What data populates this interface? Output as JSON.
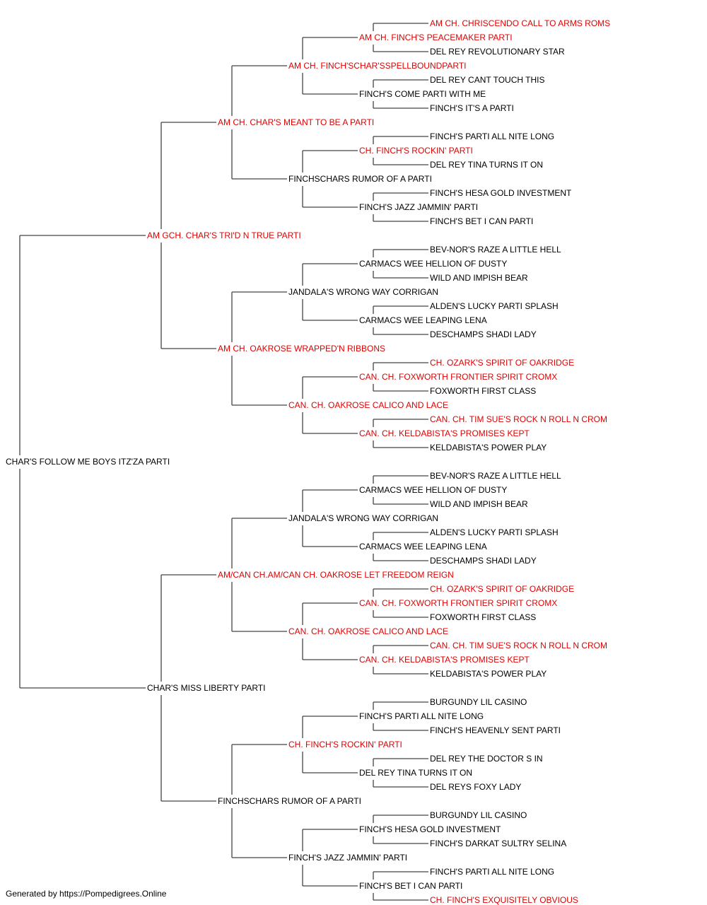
{
  "colors": {
    "titled": "#e00000",
    "normal": "#000000",
    "line": "#444444"
  },
  "tree": {
    "name": "CHAR'S FOLLOW ME BOYS ITZ'ZA PARTI",
    "titled": false,
    "sire": {
      "name": "AM GCH. CHAR'S TRI'D N TRUE PARTI",
      "titled": true,
      "sire": {
        "name": "AM CH. CHAR'S MEANT TO BE A PARTI",
        "titled": true,
        "sire": {
          "name": "AM CH. FINCH'SCHAR'SSPELLBOUNDPARTI",
          "titled": true,
          "sire": {
            "name": "AM CH. FINCH'S PEACEMAKER PARTI",
            "titled": true,
            "sire": {
              "name": "AM CH. CHRISCENDO CALL TO ARMS ROMS",
              "titled": true
            },
            "dam": {
              "name": "DEL REY REVOLUTIONARY STAR",
              "titled": false
            }
          },
          "dam": {
            "name": "FINCH'S COME PARTI WITH ME",
            "titled": false,
            "sire": {
              "name": "DEL REY CANT TOUCH THIS",
              "titled": false
            },
            "dam": {
              "name": "FINCH'S IT'S A PARTI",
              "titled": false
            }
          }
        },
        "dam": {
          "name": "FINCHSCHARS RUMOR OF A PARTI",
          "titled": false,
          "sire": {
            "name": "CH. FINCH'S ROCKIN' PARTI",
            "titled": true,
            "sire": {
              "name": "FINCH'S PARTI ALL NITE LONG",
              "titled": false
            },
            "dam": {
              "name": "DEL REY TINA TURNS IT ON",
              "titled": false
            }
          },
          "dam": {
            "name": "FINCH'S JAZZ JAMMIN' PARTI",
            "titled": false,
            "sire": {
              "name": "FINCH'S HESA GOLD INVESTMENT",
              "titled": false
            },
            "dam": {
              "name": "FINCH'S BET I CAN PARTI",
              "titled": false
            }
          }
        }
      },
      "dam": {
        "name": "AM CH. OAKROSE WRAPPED'N RIBBONS",
        "titled": true,
        "sire": {
          "name": "JANDALA'S WRONG WAY CORRIGAN",
          "titled": false,
          "sire": {
            "name": "CARMACS WEE HELLION OF DUSTY",
            "titled": false,
            "sire": {
              "name": "BEV-NOR'S RAZE A LITTLE HELL",
              "titled": false
            },
            "dam": {
              "name": "WILD AND IMPISH BEAR",
              "titled": false
            }
          },
          "dam": {
            "name": "CARMACS WEE LEAPING LENA",
            "titled": false,
            "sire": {
              "name": "ALDEN'S LUCKY PARTI SPLASH",
              "titled": false
            },
            "dam": {
              "name": "DESCHAMPS SHADI LADY",
              "titled": false
            }
          }
        },
        "dam": {
          "name": "CAN. CH. OAKROSE CALICO AND LACE",
          "titled": true,
          "sire": {
            "name": "CAN. CH. FOXWORTH FRONTIER SPIRIT CROMX",
            "titled": true,
            "sire": {
              "name": "CH. OZARK'S SPIRIT OF OAKRIDGE",
              "titled": true
            },
            "dam": {
              "name": "FOXWORTH FIRST CLASS",
              "titled": false
            }
          },
          "dam": {
            "name": "CAN. CH. KELDABISTA'S PROMISES KEPT",
            "titled": true,
            "sire": {
              "name": "CAN. CH. TIM SUE'S ROCK N ROLL N CROM",
              "titled": true
            },
            "dam": {
              "name": "KELDABISTA'S POWER PLAY",
              "titled": false
            }
          }
        }
      }
    },
    "dam": {
      "name": "CHAR'S MISS LIBERTY PARTI",
      "titled": false,
      "sire": {
        "name": "AM/CAN CH.AM/CAN CH. OAKROSE LET FREEDOM REIGN",
        "titled": true,
        "sire": {
          "name": "JANDALA'S WRONG WAY CORRIGAN",
          "titled": false,
          "sire": {
            "name": "CARMACS WEE HELLION OF DUSTY",
            "titled": false,
            "sire": {
              "name": "BEV-NOR'S RAZE A LITTLE HELL",
              "titled": false
            },
            "dam": {
              "name": "WILD AND IMPISH BEAR",
              "titled": false
            }
          },
          "dam": {
            "name": "CARMACS WEE LEAPING LENA",
            "titled": false,
            "sire": {
              "name": "ALDEN'S LUCKY PARTI SPLASH",
              "titled": false
            },
            "dam": {
              "name": "DESCHAMPS SHADI LADY",
              "titled": false
            }
          }
        },
        "dam": {
          "name": "CAN. CH. OAKROSE CALICO AND LACE",
          "titled": true,
          "sire": {
            "name": "CAN. CH. FOXWORTH FRONTIER SPIRIT CROMX",
            "titled": true,
            "sire": {
              "name": "CH. OZARK'S SPIRIT OF OAKRIDGE",
              "titled": true
            },
            "dam": {
              "name": "FOXWORTH FIRST CLASS",
              "titled": false
            }
          },
          "dam": {
            "name": "CAN. CH. KELDABISTA'S PROMISES KEPT",
            "titled": true,
            "sire": {
              "name": "CAN. CH. TIM SUE'S ROCK N ROLL N CROM",
              "titled": true
            },
            "dam": {
              "name": "KELDABISTA'S POWER PLAY",
              "titled": false
            }
          }
        }
      },
      "dam": {
        "name": "FINCHSCHARS RUMOR OF A PARTI",
        "titled": false,
        "sire": {
          "name": "CH. FINCH'S ROCKIN' PARTI",
          "titled": true,
          "sire": {
            "name": "FINCH'S PARTI ALL NITE LONG",
            "titled": false,
            "sire": {
              "name": "BURGUNDY LIL CASINO",
              "titled": false
            },
            "dam": {
              "name": "FINCH'S HEAVENLY SENT PARTI",
              "titled": false
            }
          },
          "dam": {
            "name": "DEL REY TINA TURNS IT ON",
            "titled": false,
            "sire": {
              "name": "DEL REY THE DOCTOR S IN",
              "titled": false
            },
            "dam": {
              "name": "DEL REYS FOXY LADY",
              "titled": false
            }
          }
        },
        "dam": {
          "name": "FINCH'S JAZZ JAMMIN' PARTI",
          "titled": false,
          "sire": {
            "name": "FINCH'S HESA GOLD INVESTMENT",
            "titled": false,
            "sire": {
              "name": "BURGUNDY LIL CASINO",
              "titled": false
            },
            "dam": {
              "name": "FINCH'S DARKAT SULTRY SELINA",
              "titled": false
            }
          },
          "dam": {
            "name": "FINCH'S BET I CAN PARTI",
            "titled": false,
            "sire": {
              "name": "FINCH'S PARTI ALL NITE LONG",
              "titled": false
            },
            "dam": {
              "name": "CH. FINCH'S EXQUISITELY OBVIOUS",
              "titled": true
            }
          }
        }
      }
    }
  },
  "footer": "Generated by https://Pompedigrees.Online"
}
